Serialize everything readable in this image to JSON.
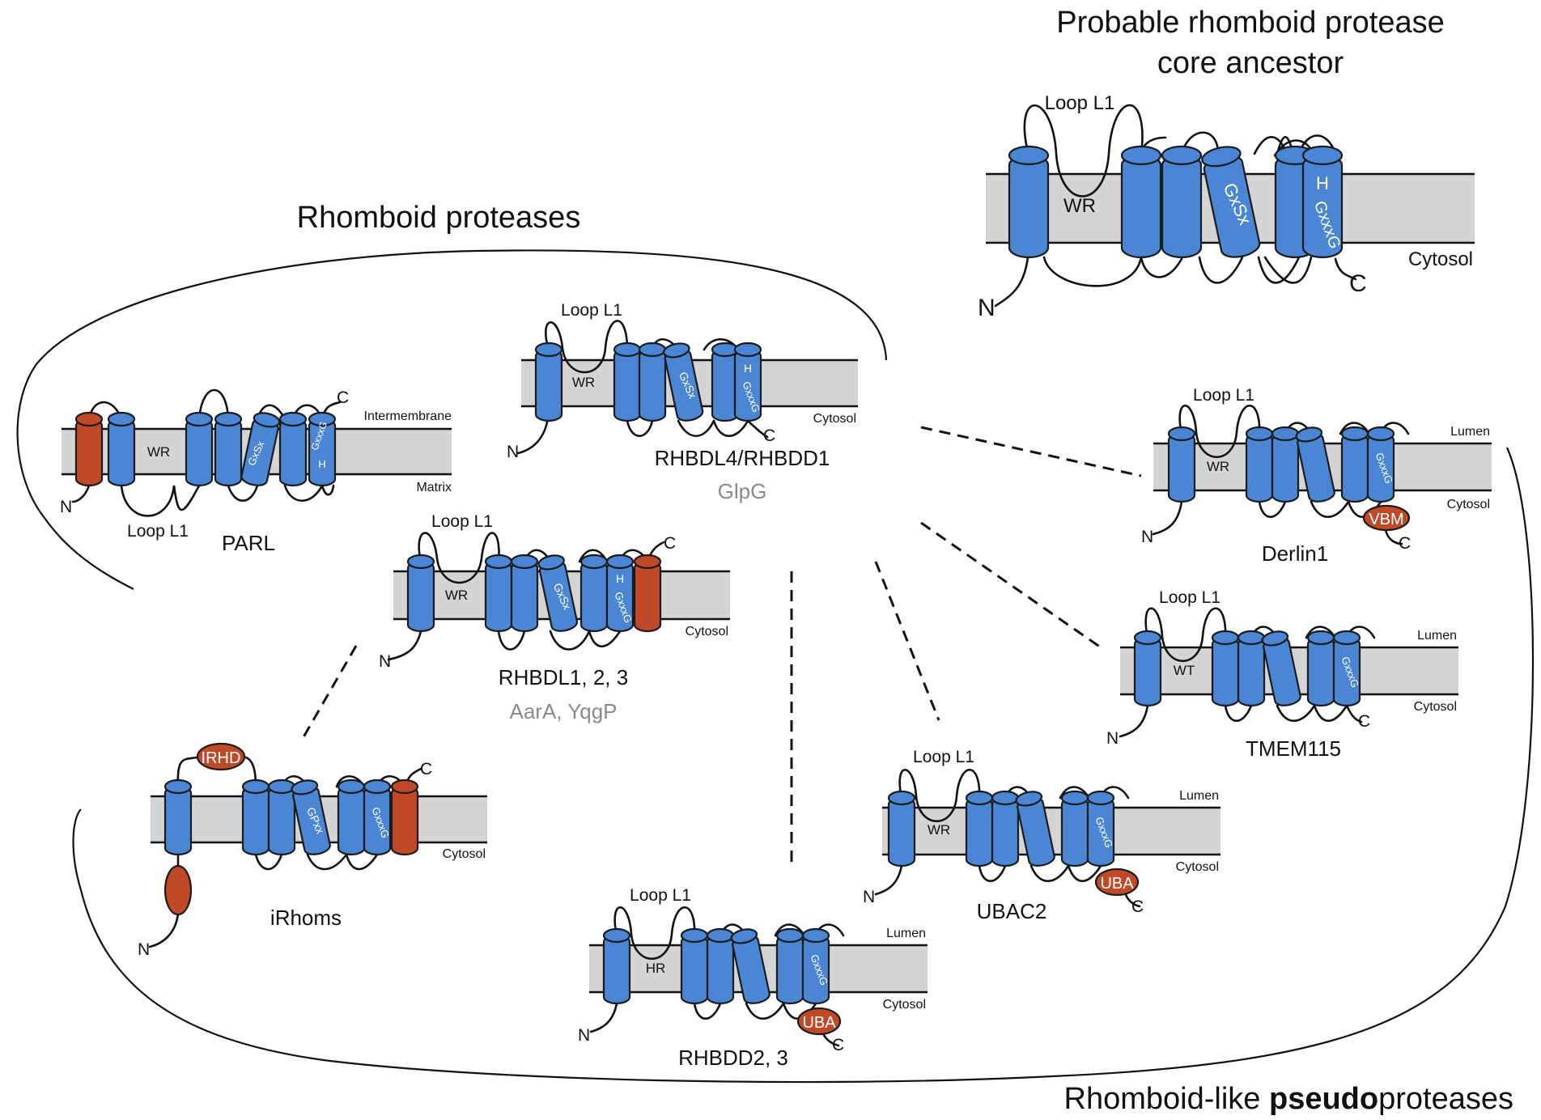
{
  "titles": {
    "ancestor_line1": "Probable rhomboid protease",
    "ancestor_line2": "core ancestor",
    "proteases": "Rhomboid proteases",
    "pseudo_prefix": "Rhomboid-like ",
    "pseudo_bold": "pseudo",
    "pseudo_suffix": "proteases"
  },
  "ancestor": {
    "loop": "Loop L1",
    "wr": "WR",
    "gxsx": "GxSx",
    "h": "H",
    "gxxxg": "GxxxG",
    "side": "Cytosol",
    "n": "N",
    "c": "C"
  },
  "rhbdl4": {
    "loop": "Loop L1",
    "wr": "WR",
    "gxsx": "GxSx",
    "h": "H",
    "gxxxg": "GxxxG",
    "side": "Cytosol",
    "n": "N",
    "c": "C",
    "name": "RHBDL4/RHBDD1",
    "homolog": "GlpG"
  },
  "parl": {
    "top": "Intermembrane",
    "bottom": "Matrix",
    "wr": "WR",
    "gxsx": "GxSx",
    "h": "H",
    "gxxxg": "GxxxG",
    "loop": "Loop L1",
    "n": "N",
    "c": "C",
    "name": "PARL"
  },
  "rhbdl1": {
    "loop": "Loop L1",
    "wr": "WR",
    "gxsx": "GxSx",
    "h": "H",
    "gxxxg": "GxxxG",
    "side": "Cytosol",
    "n": "N",
    "c": "C",
    "name": "RHBDL1, 2, 3",
    "homolog": "AarA, YqgP"
  },
  "irhoms": {
    "domain": "IRHD",
    "gpxx": "GPxx",
    "gxxxg": "GxxxG",
    "side": "Cytosol",
    "n": "N",
    "c": "C",
    "name": "iRhoms"
  },
  "derlin1": {
    "loop": "Loop L1",
    "wr": "WR",
    "gxxxg": "GxxxG",
    "top": "Lumen",
    "side": "Cytosol",
    "domain": "VBM",
    "n": "N",
    "c": "C",
    "name": "Derlin1"
  },
  "tmem115": {
    "loop": "Loop L1",
    "wt": "WT",
    "gxxxg": "GxxxG",
    "top": "Lumen",
    "side": "Cytosol",
    "n": "N",
    "c": "C",
    "name": "TMEM115"
  },
  "ubac2": {
    "loop": "Loop L1",
    "wr": "WR",
    "gxxxg": "GxxxG",
    "top": "Lumen",
    "side": "Cytosol",
    "domain": "UBA",
    "n": "N",
    "c": "C",
    "name": "UBAC2"
  },
  "rhbdd2": {
    "loop": "Loop L1",
    "hr": "HR",
    "gxxxg": "GxxxG",
    "top": "Lumen",
    "side": "Cytosol",
    "domain": "UBA",
    "n": "N",
    "c": "C",
    "name": "RHBDD2, 3"
  },
  "colors": {
    "helix_blue": "#4a86d4",
    "helix_red": "#c04a27",
    "membrane_grey": "#d4d4d4",
    "homolog_grey": "#8a8a8a"
  }
}
